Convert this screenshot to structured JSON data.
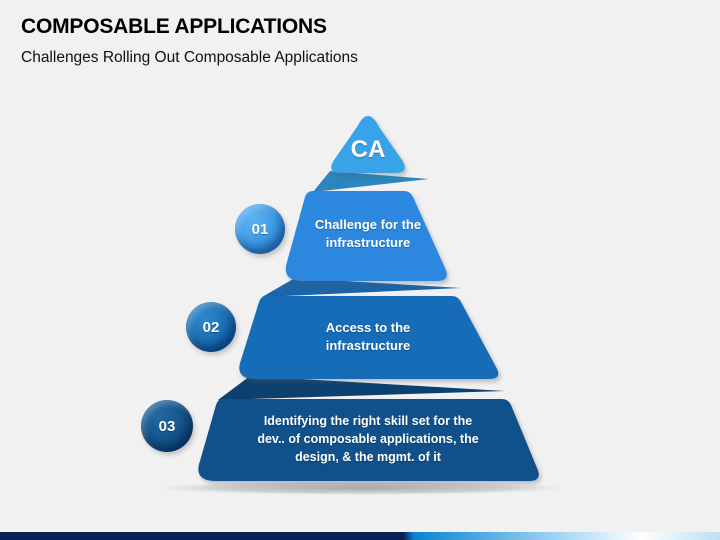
{
  "header": {
    "title": "COMPOSABLE APPLICATIONS",
    "subtitle": "Challenges Rolling Out Composable Applications"
  },
  "pyramid": {
    "apex_label": "CA",
    "tiers": [
      {
        "number": "01",
        "text": "Challenge for the\ninfrastructure"
      },
      {
        "number": "02",
        "text": "Access to the\ninfrastructure"
      },
      {
        "number": "03",
        "text": "Identifying the right skill set for the\ndev.. of composable applications, the\ndesign, & the mgmt. of it"
      }
    ]
  },
  "colors": {
    "bg": "#F1F1F2",
    "title_text": "#000000",
    "subtitle_text": "#111111",
    "tri": "#39A3EA",
    "band1": "#2C87DF",
    "band2": "#166CB6",
    "band3": "#11518B",
    "fold1": "#2C86BE",
    "fold2": "#1B64A8",
    "fold3": "#0C416F",
    "badge1": "#2F8FE4",
    "badge1_hi": "#5FB2F0",
    "badge2": "#1166AE",
    "badge2_hi": "#2F87C8",
    "badge3": "#0D4D83",
    "badge3_hi": "#2268A0",
    "bar_navy": "#0A2056",
    "bar_blue": "#0983D3",
    "bar_mid": "#86C7EE",
    "bar_right": "#BCDFF4"
  }
}
